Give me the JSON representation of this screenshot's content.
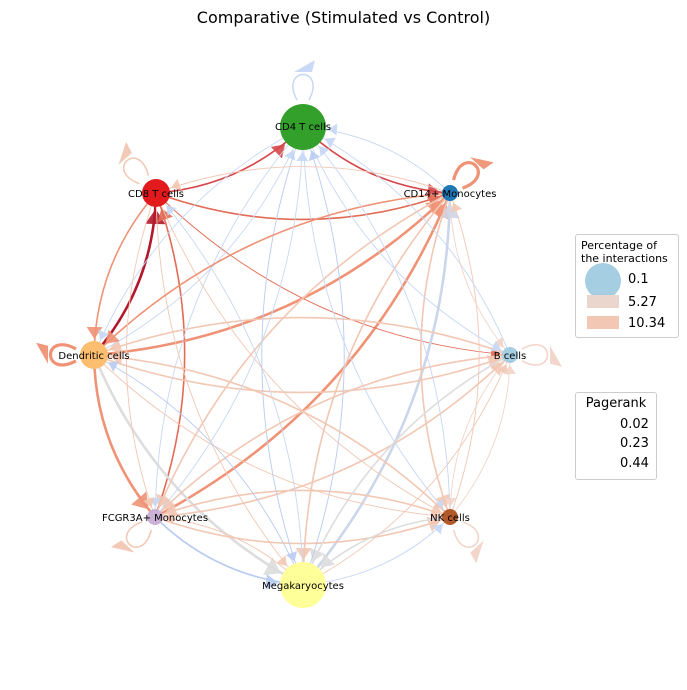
{
  "title": "Comparative (Stimulated vs Control)",
  "nodes": [
    {
      "id": "cd4",
      "label": "CD4 T cells",
      "color": "#33a02c",
      "pagerank_size": "large"
    },
    {
      "id": "cd14",
      "label": "CD14+ Monocytes",
      "color": "#1f78b4",
      "pagerank_size": "small"
    },
    {
      "id": "bcells",
      "label": "B cells",
      "color": "#a6cee3",
      "pagerank_size": "small"
    },
    {
      "id": "nk",
      "label": "NK cells",
      "color": "#b15928",
      "pagerank_size": "small"
    },
    {
      "id": "mega",
      "label": "Megakaryocytes",
      "color": "#ffff99",
      "pagerank_size": "large"
    },
    {
      "id": "fcgr3a",
      "label": "FCGR3A+ Monocytes",
      "color": "#cab2d6",
      "pagerank_size": "small"
    },
    {
      "id": "dc",
      "label": "Dendritic cells",
      "color": "#fdbf6f",
      "pagerank_size": "medium"
    },
    {
      "id": "cd8",
      "label": "CD8 T cells",
      "color": "#e31a1c",
      "pagerank_size": "medium"
    }
  ],
  "edges": [
    {
      "from": "cd4",
      "to": "cd4",
      "color": "#c7d7f4",
      "weight": "thin"
    },
    {
      "from": "cd8",
      "to": "cd8",
      "color": "#f2c7b3",
      "weight": "thin"
    },
    {
      "from": "cd14",
      "to": "cd14",
      "color": "#ef9275",
      "weight": "thick"
    },
    {
      "from": "dc",
      "to": "dc",
      "color": "#ef9275",
      "weight": "thick"
    },
    {
      "from": "bcells",
      "to": "bcells",
      "color": "#f2d4c8",
      "weight": "thin"
    },
    {
      "from": "nk",
      "to": "nk",
      "color": "#f2d4c8",
      "weight": "thin"
    },
    {
      "from": "fcgr3a",
      "to": "fcgr3a",
      "color": "#f2c7b3",
      "weight": "thin"
    },
    {
      "from": "cd8",
      "to": "cd4",
      "color": "#d6474a",
      "weight": "medium"
    },
    {
      "from": "cd4",
      "to": "cd14",
      "color": "#d6474a",
      "weight": "medium"
    },
    {
      "from": "cd14",
      "to": "cd4",
      "color": "#c7d7f4",
      "weight": "thin"
    },
    {
      "from": "cd8",
      "to": "cd14",
      "color": "#e26b55",
      "weight": "medium"
    },
    {
      "from": "dc",
      "to": "cd8",
      "color": "#b2182b",
      "weight": "thick"
    },
    {
      "from": "cd8",
      "to": "dc",
      "color": "#ef9275",
      "weight": "medium"
    },
    {
      "from": "fcgr3a",
      "to": "cd8",
      "color": "#e26b55",
      "weight": "medium"
    },
    {
      "from": "dc",
      "to": "cd14",
      "color": "#ef9275",
      "weight": "thick"
    },
    {
      "from": "fcgr3a",
      "to": "cd14",
      "color": "#ef9275",
      "weight": "thick"
    },
    {
      "from": "cd8",
      "to": "bcells",
      "color": "#e26b55",
      "weight": "thin"
    },
    {
      "from": "mega",
      "to": "cd14",
      "color": "#ccd6ea",
      "weight": "thick"
    },
    {
      "from": "dc",
      "to": "mega",
      "color": "#dddddd",
      "weight": "thick"
    },
    {
      "from": "dc",
      "to": "fcgr3a",
      "color": "#ef9275",
      "weight": "thick"
    },
    {
      "from": "dc",
      "to": "bcells",
      "color": "#f2c7b3",
      "weight": "medium"
    },
    {
      "from": "bcells",
      "to": "dc",
      "color": "#f2c7b3",
      "weight": "medium"
    },
    {
      "from": "fcgr3a",
      "to": "bcells",
      "color": "#f2c7b3",
      "weight": "medium"
    },
    {
      "from": "fcgr3a",
      "to": "nk",
      "color": "#f2c7b3",
      "weight": "medium"
    },
    {
      "from": "nk",
      "to": "fcgr3a",
      "color": "#f2c7b3",
      "weight": "medium"
    },
    {
      "from": "cd14",
      "to": "nk",
      "color": "#f2c7b3",
      "weight": "medium"
    },
    {
      "from": "cd14",
      "to": "fcgr3a",
      "color": "#f2c7b3",
      "weight": "medium"
    },
    {
      "from": "bcells",
      "to": "mega",
      "color": "#dddddd",
      "weight": "medium"
    },
    {
      "from": "cd14",
      "to": "mega",
      "color": "#f2c7b3",
      "weight": "medium"
    },
    {
      "from": "mega",
      "to": "cd4",
      "color": "#b8cbf0",
      "weight": "thin"
    },
    {
      "from": "mega",
      "to": "cd8",
      "color": "#c7d7f4",
      "weight": "thin"
    },
    {
      "from": "dc",
      "to": "nk",
      "color": "#f2c7b3",
      "weight": "thin"
    },
    {
      "from": "cd4",
      "to": "nk",
      "color": "#c7d7f4",
      "weight": "thin"
    },
    {
      "from": "cd4",
      "to": "fcgr3a",
      "color": "#c7d7f4",
      "weight": "thin"
    },
    {
      "from": "nk",
      "to": "cd14",
      "color": "#f2c7b3",
      "weight": "thin"
    },
    {
      "from": "bcells",
      "to": "cd4",
      "color": "#c7d7f4",
      "weight": "thin"
    },
    {
      "from": "dc",
      "to": "cd4",
      "color": "#c7d7f4",
      "weight": "thin"
    },
    {
      "from": "cd4",
      "to": "mega",
      "color": "#b8cbf0",
      "weight": "thin"
    },
    {
      "from": "nk",
      "to": "mega",
      "color": "#dddddd",
      "weight": "medium"
    },
    {
      "from": "fcgr3a",
      "to": "mega",
      "color": "#b8cbf0",
      "weight": "medium"
    },
    {
      "from": "mega",
      "to": "fcgr3a",
      "color": "#f2c7b3",
      "weight": "thin"
    },
    {
      "from": "cd8",
      "to": "mega",
      "color": "#f2c7b3",
      "weight": "thin"
    },
    {
      "from": "cd8",
      "to": "nk",
      "color": "#f2c7b3",
      "weight": "thin"
    },
    {
      "from": "cd14",
      "to": "cd8",
      "color": "#f2c7b3",
      "weight": "thin"
    },
    {
      "from": "cd14",
      "to": "dc",
      "color": "#ef9275",
      "weight": "medium"
    },
    {
      "from": "mega",
      "to": "bcells",
      "color": "#f2c7b3",
      "weight": "thin"
    },
    {
      "from": "nk",
      "to": "dc",
      "color": "#f2c7b3",
      "weight": "medium"
    },
    {
      "from": "bcells",
      "to": "fcgr3a",
      "color": "#f2c7b3",
      "weight": "medium"
    },
    {
      "from": "cd14",
      "to": "bcells",
      "color": "#f2d4c8",
      "weight": "thin"
    },
    {
      "from": "cd4",
      "to": "dc",
      "color": "#c7d7f4",
      "weight": "thin"
    },
    {
      "from": "cd4",
      "to": "bcells",
      "color": "#c7d7f4",
      "weight": "thin"
    },
    {
      "from": "mega",
      "to": "dc",
      "color": "#b8cbf0",
      "weight": "thin"
    },
    {
      "from": "mega",
      "to": "nk",
      "color": "#c7d7f4",
      "weight": "thin"
    },
    {
      "from": "nk",
      "to": "cd4",
      "color": "#c7d7f4",
      "weight": "thin"
    },
    {
      "from": "fcgr3a",
      "to": "cd4",
      "color": "#c7d7f4",
      "weight": "thin"
    },
    {
      "from": "bcells",
      "to": "nk",
      "color": "#f2d4c8",
      "weight": "thin"
    },
    {
      "from": "cd8",
      "to": "fcgr3a",
      "color": "#f2c7b3",
      "weight": "thin"
    },
    {
      "from": "nk",
      "to": "bcells",
      "color": "#f2d4c8",
      "weight": "thin"
    }
  ],
  "legend_percentage": {
    "title": "Percentage of\nthe interactions",
    "entries": [
      {
        "label": "0.1",
        "color": "#a6cee3",
        "shape": "circle"
      },
      {
        "label": "5.27",
        "color": "#ead6cd",
        "shape": "band"
      },
      {
        "label": "10.34",
        "color": "#f2c7b3",
        "shape": "band"
      }
    ]
  },
  "legend_pagerank": {
    "title": "Pagerank",
    "entries": [
      {
        "label": "0.02"
      },
      {
        "label": "0.23"
      },
      {
        "label": "0.44"
      }
    ]
  }
}
